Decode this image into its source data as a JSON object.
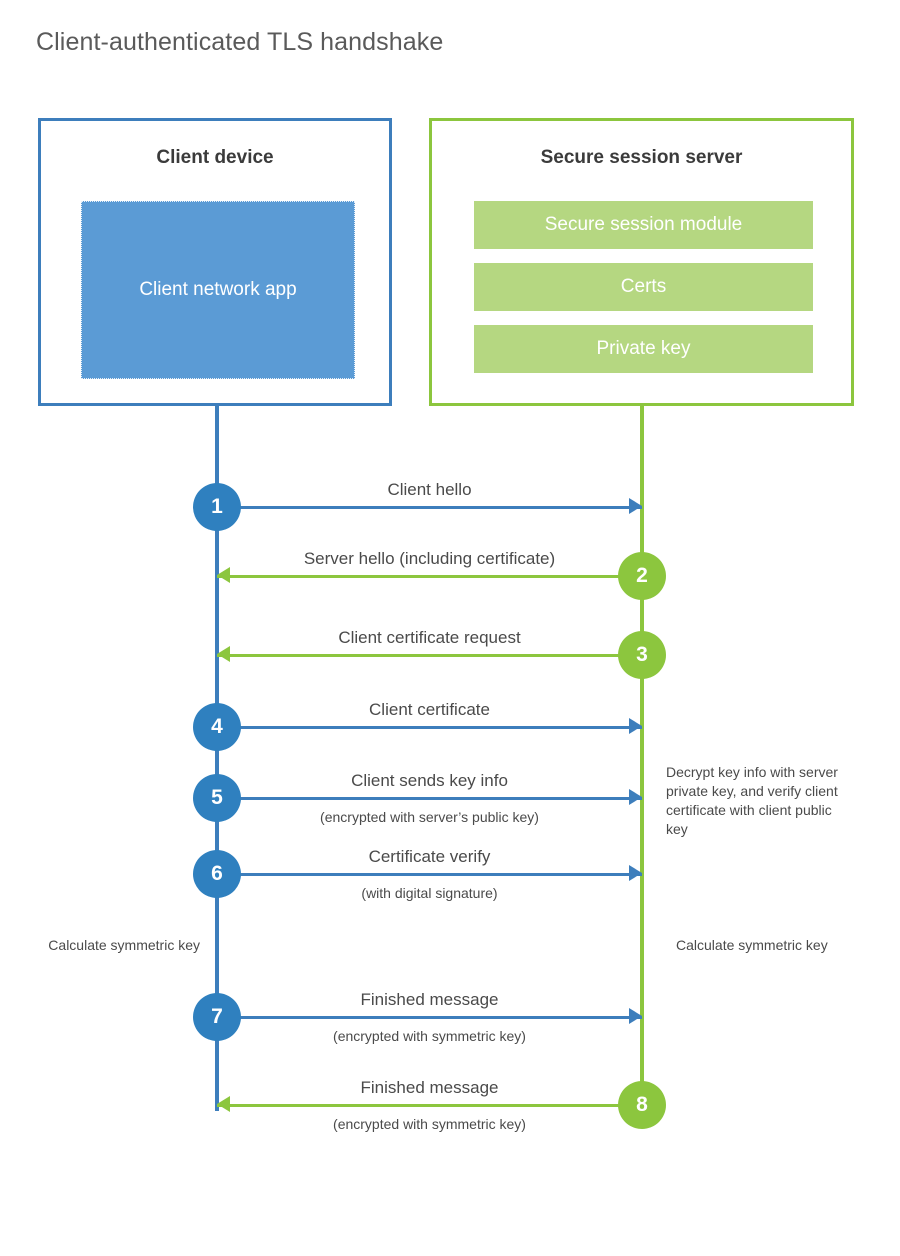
{
  "title": "Client-authenticated TLS handshake",
  "colors": {
    "blue_border": "#3d7ebc",
    "blue_fill": "#5b9bd5",
    "blue_circle": "#2f80bf",
    "green_border": "#8cc63e",
    "green_fill": "#b5d781",
    "green_circle": "#8cc63e",
    "text": "#4a4a4a"
  },
  "client": {
    "title": "Client device",
    "app_label": "Client network app"
  },
  "server": {
    "title": "Secure session server",
    "bars": [
      {
        "label": "Secure session module"
      },
      {
        "label": "Certs"
      },
      {
        "label": "Private key"
      }
    ]
  },
  "steps": [
    {
      "number": "1",
      "label": "Client hello",
      "sub": "",
      "direction": "right",
      "color": "blue"
    },
    {
      "number": "2",
      "label": "Server hello (including certificate)",
      "sub": "",
      "direction": "left",
      "color": "green"
    },
    {
      "number": "3",
      "label": "Client certificate request",
      "sub": "",
      "direction": "left",
      "color": "green"
    },
    {
      "number": "4",
      "label": "Client certificate",
      "sub": "",
      "direction": "right",
      "color": "blue"
    },
    {
      "number": "5",
      "label": "Client sends key info",
      "sub": "(encrypted with server’s public key)",
      "direction": "right",
      "color": "blue"
    },
    {
      "number": "6",
      "label": "Certificate verify",
      "sub": "(with digital signature)",
      "direction": "right",
      "color": "blue"
    },
    {
      "number": "7",
      "label": "Finished message",
      "sub": "(encrypted with symmetric key)",
      "direction": "right",
      "color": "blue"
    },
    {
      "number": "8",
      "label": "Finished message",
      "sub": "(encrypted with symmetric key)",
      "direction": "left",
      "color": "green"
    }
  ],
  "notes": {
    "client_calculate": "Calculate symmetric key",
    "server_decrypt": "Decrypt key info with server private key, and verify client certificate with client public key",
    "server_calculate": "Calculate symmetric key"
  }
}
